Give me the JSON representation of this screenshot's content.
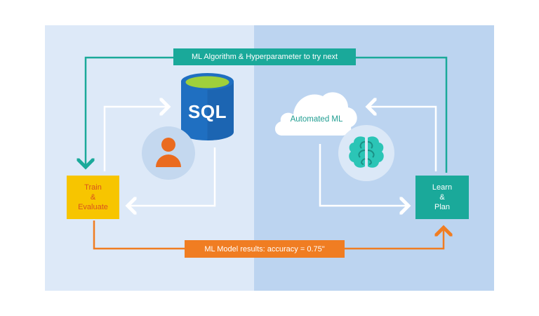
{
  "top_label": "ML Algorithm & Hyperparameter to try next",
  "bottom_label": "ML Model results: accuracy = 0.75\"",
  "train_node": {
    "line1": "Train",
    "line2": "&",
    "line3": "Evaluate"
  },
  "learn_node": {
    "line1": "Learn",
    "line2": "&",
    "line3": "Plan"
  },
  "database_label": "SQL",
  "cloud_label": "Automated ML",
  "colors": {
    "teal": "#1aa99a",
    "orange": "#f07d22",
    "yellow": "#f7c500",
    "db_blue": "#1f6fc1",
    "db_top": "#9fd03b"
  },
  "icons": [
    "database-icon",
    "person-icon",
    "cloud-icon",
    "brain-icon"
  ]
}
